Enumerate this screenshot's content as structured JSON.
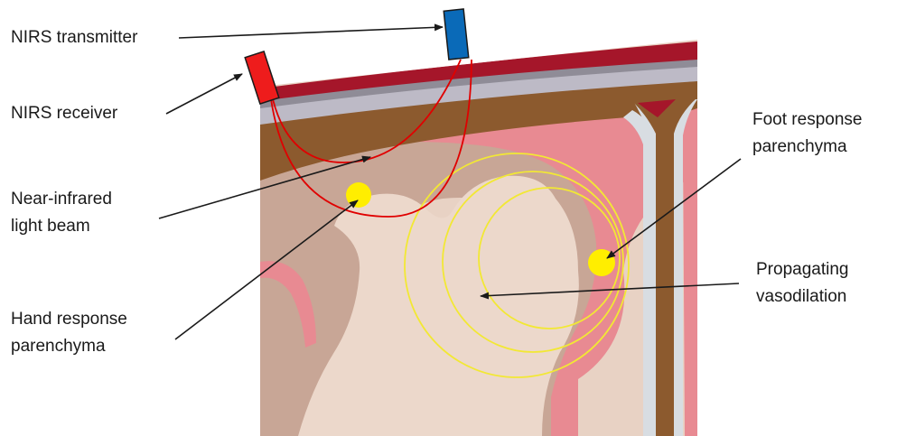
{
  "labels": {
    "transmitter": "NIRS transmitter",
    "receiver": "NIRS receiver",
    "beam": [
      "Near-infrared",
      "light beam"
    ],
    "hand": [
      "Hand response",
      "parenchyma"
    ],
    "foot": [
      "Foot response",
      "parenchyma"
    ],
    "vaso": [
      "Propagating",
      "vasodilation"
    ]
  },
  "colors": {
    "transmitter": "#0a6ab8",
    "receiver": "#ee1c1c",
    "scalp": "#a5162a",
    "skull_outer": "#9e9ba6",
    "skull_inner": "#8c5a2e",
    "csf": "#d8dde2",
    "gray_matter": "#e88a92",
    "white_matter": "#e8d2c4",
    "response_spot": "#ffee00",
    "beam": "#e00000",
    "vasodilation_rings": "#f2e834"
  }
}
